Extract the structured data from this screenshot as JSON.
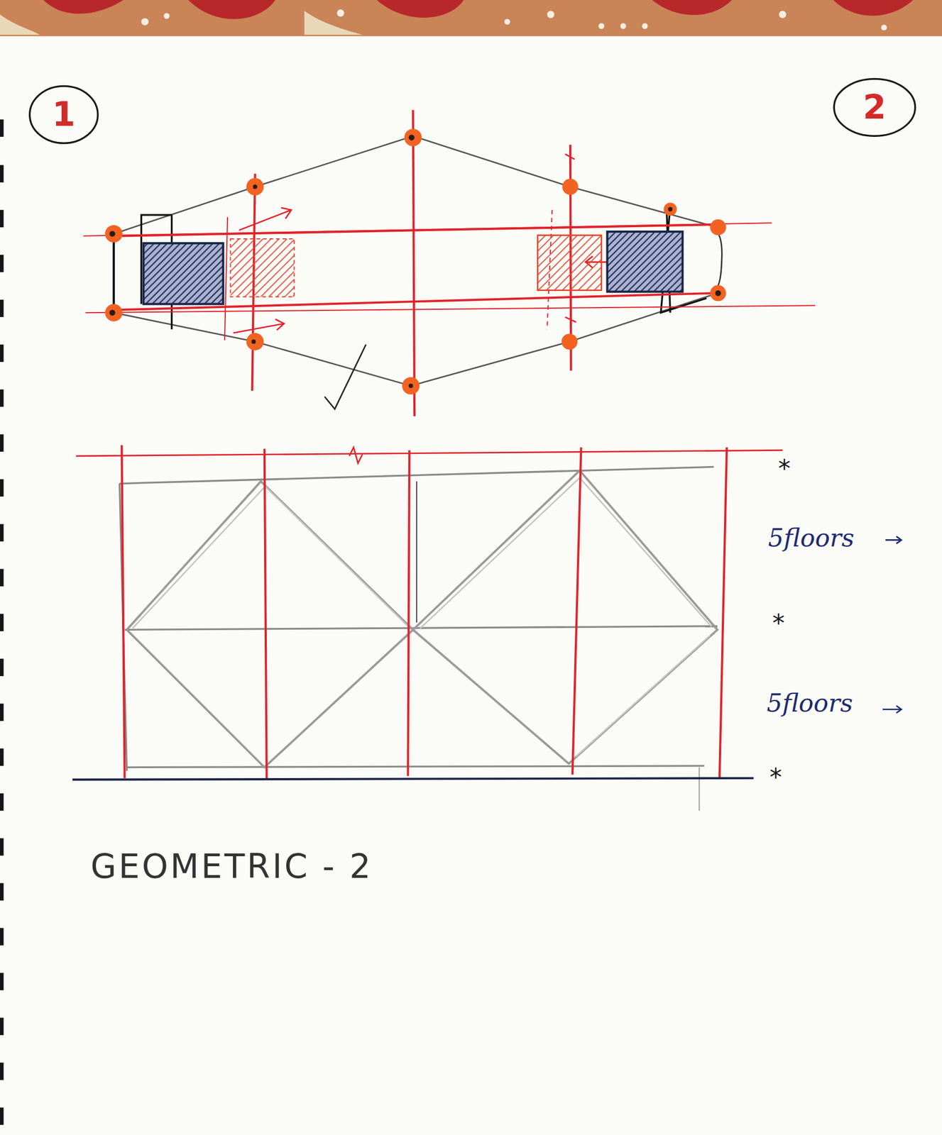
{
  "diagram": {
    "caption": "GEOMETRIC - 2",
    "nodes": [
      {
        "text": [
          "1"
        ]
      },
      {
        "text": [
          "2"
        ]
      }
    ],
    "labels": [
      "5floors",
      "5floors",
      "*",
      "*",
      "*"
    ]
  }
}
